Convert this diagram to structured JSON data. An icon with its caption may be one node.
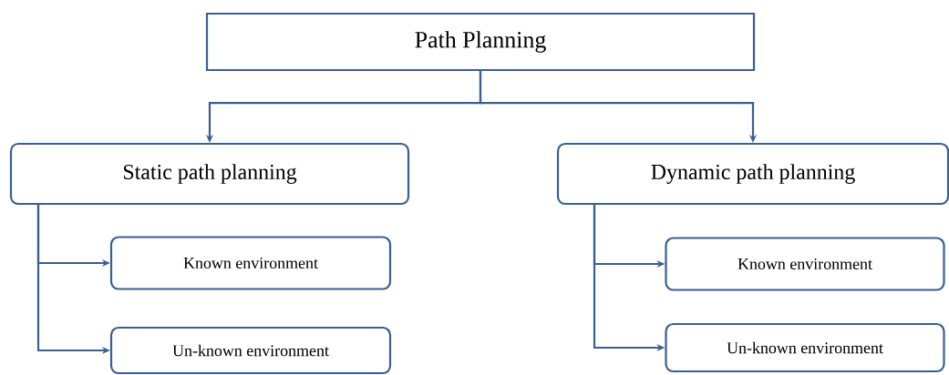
{
  "diagram": {
    "nodes": [
      {
        "text": [
          "Path Planning"
        ]
      },
      {
        "text": [
          "Static path planning"
        ]
      },
      {
        "text": [
          "Dynamic path planning"
        ]
      },
      {
        "text": [
          "Known environment"
        ]
      },
      {
        "text": [
          "Un-known environment"
        ]
      },
      {
        "text": [
          "Known environment"
        ]
      },
      {
        "text": [
          "Un-known environment"
        ]
      }
    ],
    "edges": [
      {
        "from": 0,
        "to": 1,
        "arrow": "to"
      },
      {
        "from": 0,
        "to": 2,
        "arrow": "to"
      },
      {
        "from": 1,
        "to": 3,
        "arrow": "to"
      },
      {
        "from": 1,
        "to": 4,
        "arrow": "to"
      },
      {
        "from": 2,
        "to": 5,
        "arrow": "to"
      },
      {
        "from": 2,
        "to": 6,
        "arrow": "to"
      }
    ]
  }
}
